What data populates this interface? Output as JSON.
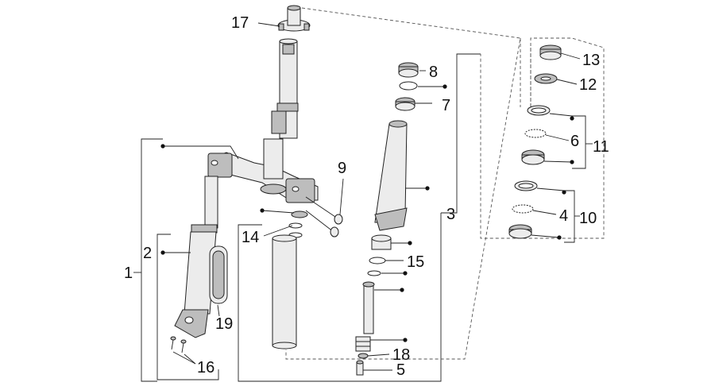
{
  "labels": [
    "1",
    "2",
    "3",
    "4",
    "5",
    "6",
    "7",
    "8",
    "9",
    "10",
    "11",
    "12",
    "13",
    "14",
    "15",
    "16",
    "17",
    "18",
    "19"
  ],
  "colors": {
    "ink": "#111111",
    "part_fill": "#ececec",
    "part_shade": "#bdbdbd"
  }
}
